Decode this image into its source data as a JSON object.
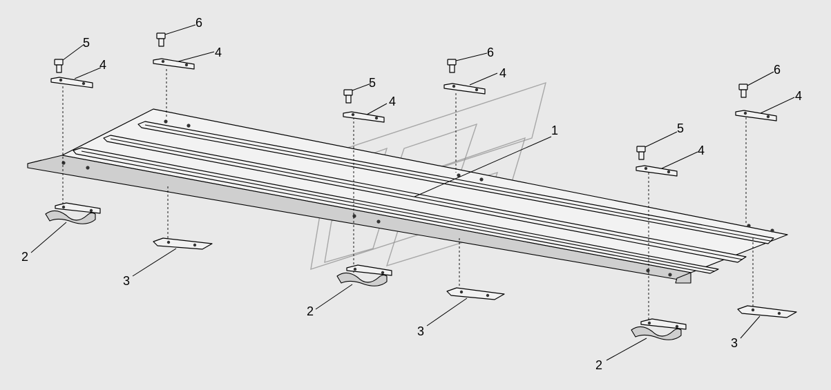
{
  "diagram": {
    "background_color": "#e9e9e9",
    "callouts": [
      {
        "id": "c1",
        "text": "1"
      },
      {
        "id": "c2a",
        "text": "2"
      },
      {
        "id": "c2b",
        "text": "2"
      },
      {
        "id": "c2c",
        "text": "2"
      },
      {
        "id": "c3a",
        "text": "3"
      },
      {
        "id": "c3b",
        "text": "3"
      },
      {
        "id": "c3c",
        "text": "3"
      },
      {
        "id": "c4a",
        "text": "4"
      },
      {
        "id": "c4b",
        "text": "4"
      },
      {
        "id": "c4c",
        "text": "4"
      },
      {
        "id": "c4d",
        "text": "4"
      },
      {
        "id": "c4e",
        "text": "4"
      },
      {
        "id": "c4f",
        "text": "4"
      },
      {
        "id": "c5a",
        "text": "5"
      },
      {
        "id": "c5b",
        "text": "5"
      },
      {
        "id": "c5c",
        "text": "5"
      },
      {
        "id": "c6a",
        "text": "6"
      },
      {
        "id": "c6b",
        "text": "6"
      },
      {
        "id": "c6c",
        "text": "6"
      }
    ]
  }
}
